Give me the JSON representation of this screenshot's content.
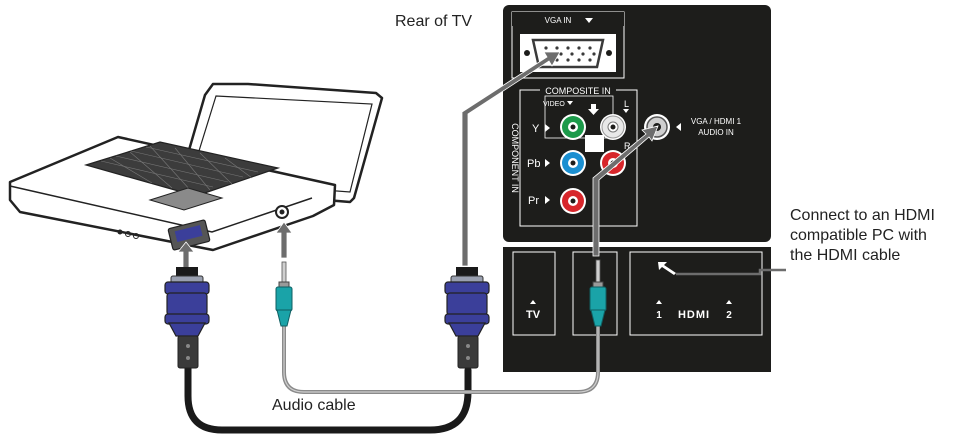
{
  "labels": {
    "rear_of_tv": "Rear of TV",
    "audio_cable": "Audio cable",
    "callout": [
      "Connect to an HDMI",
      "compatible PC with",
      "the HDMI cable"
    ]
  },
  "panel": {
    "vga_in": "VGA IN",
    "composite_in": "COMPOSITE IN",
    "video": "VIDEO",
    "component_in": "COMPONENT IN",
    "y": "Y",
    "pb": "Pb",
    "pr": "Pr",
    "l": "L",
    "r": "R",
    "audio_in_line1": "VGA / HDMI 1",
    "audio_in_line2": "AUDIO IN",
    "tv": "TV",
    "hdmi_logo": "HDMI",
    "hdmi_port_1": "1",
    "hdmi_port_2": "2"
  },
  "colors": {
    "panel": "#1d1d1b",
    "vga_connector": "#3b3f9a",
    "audio_plug": "#1aa3a8",
    "jack_green": "#1c9a4a",
    "jack_blue": "#1a8fd1",
    "jack_red": "#d7262b",
    "cable": "#888888"
  }
}
